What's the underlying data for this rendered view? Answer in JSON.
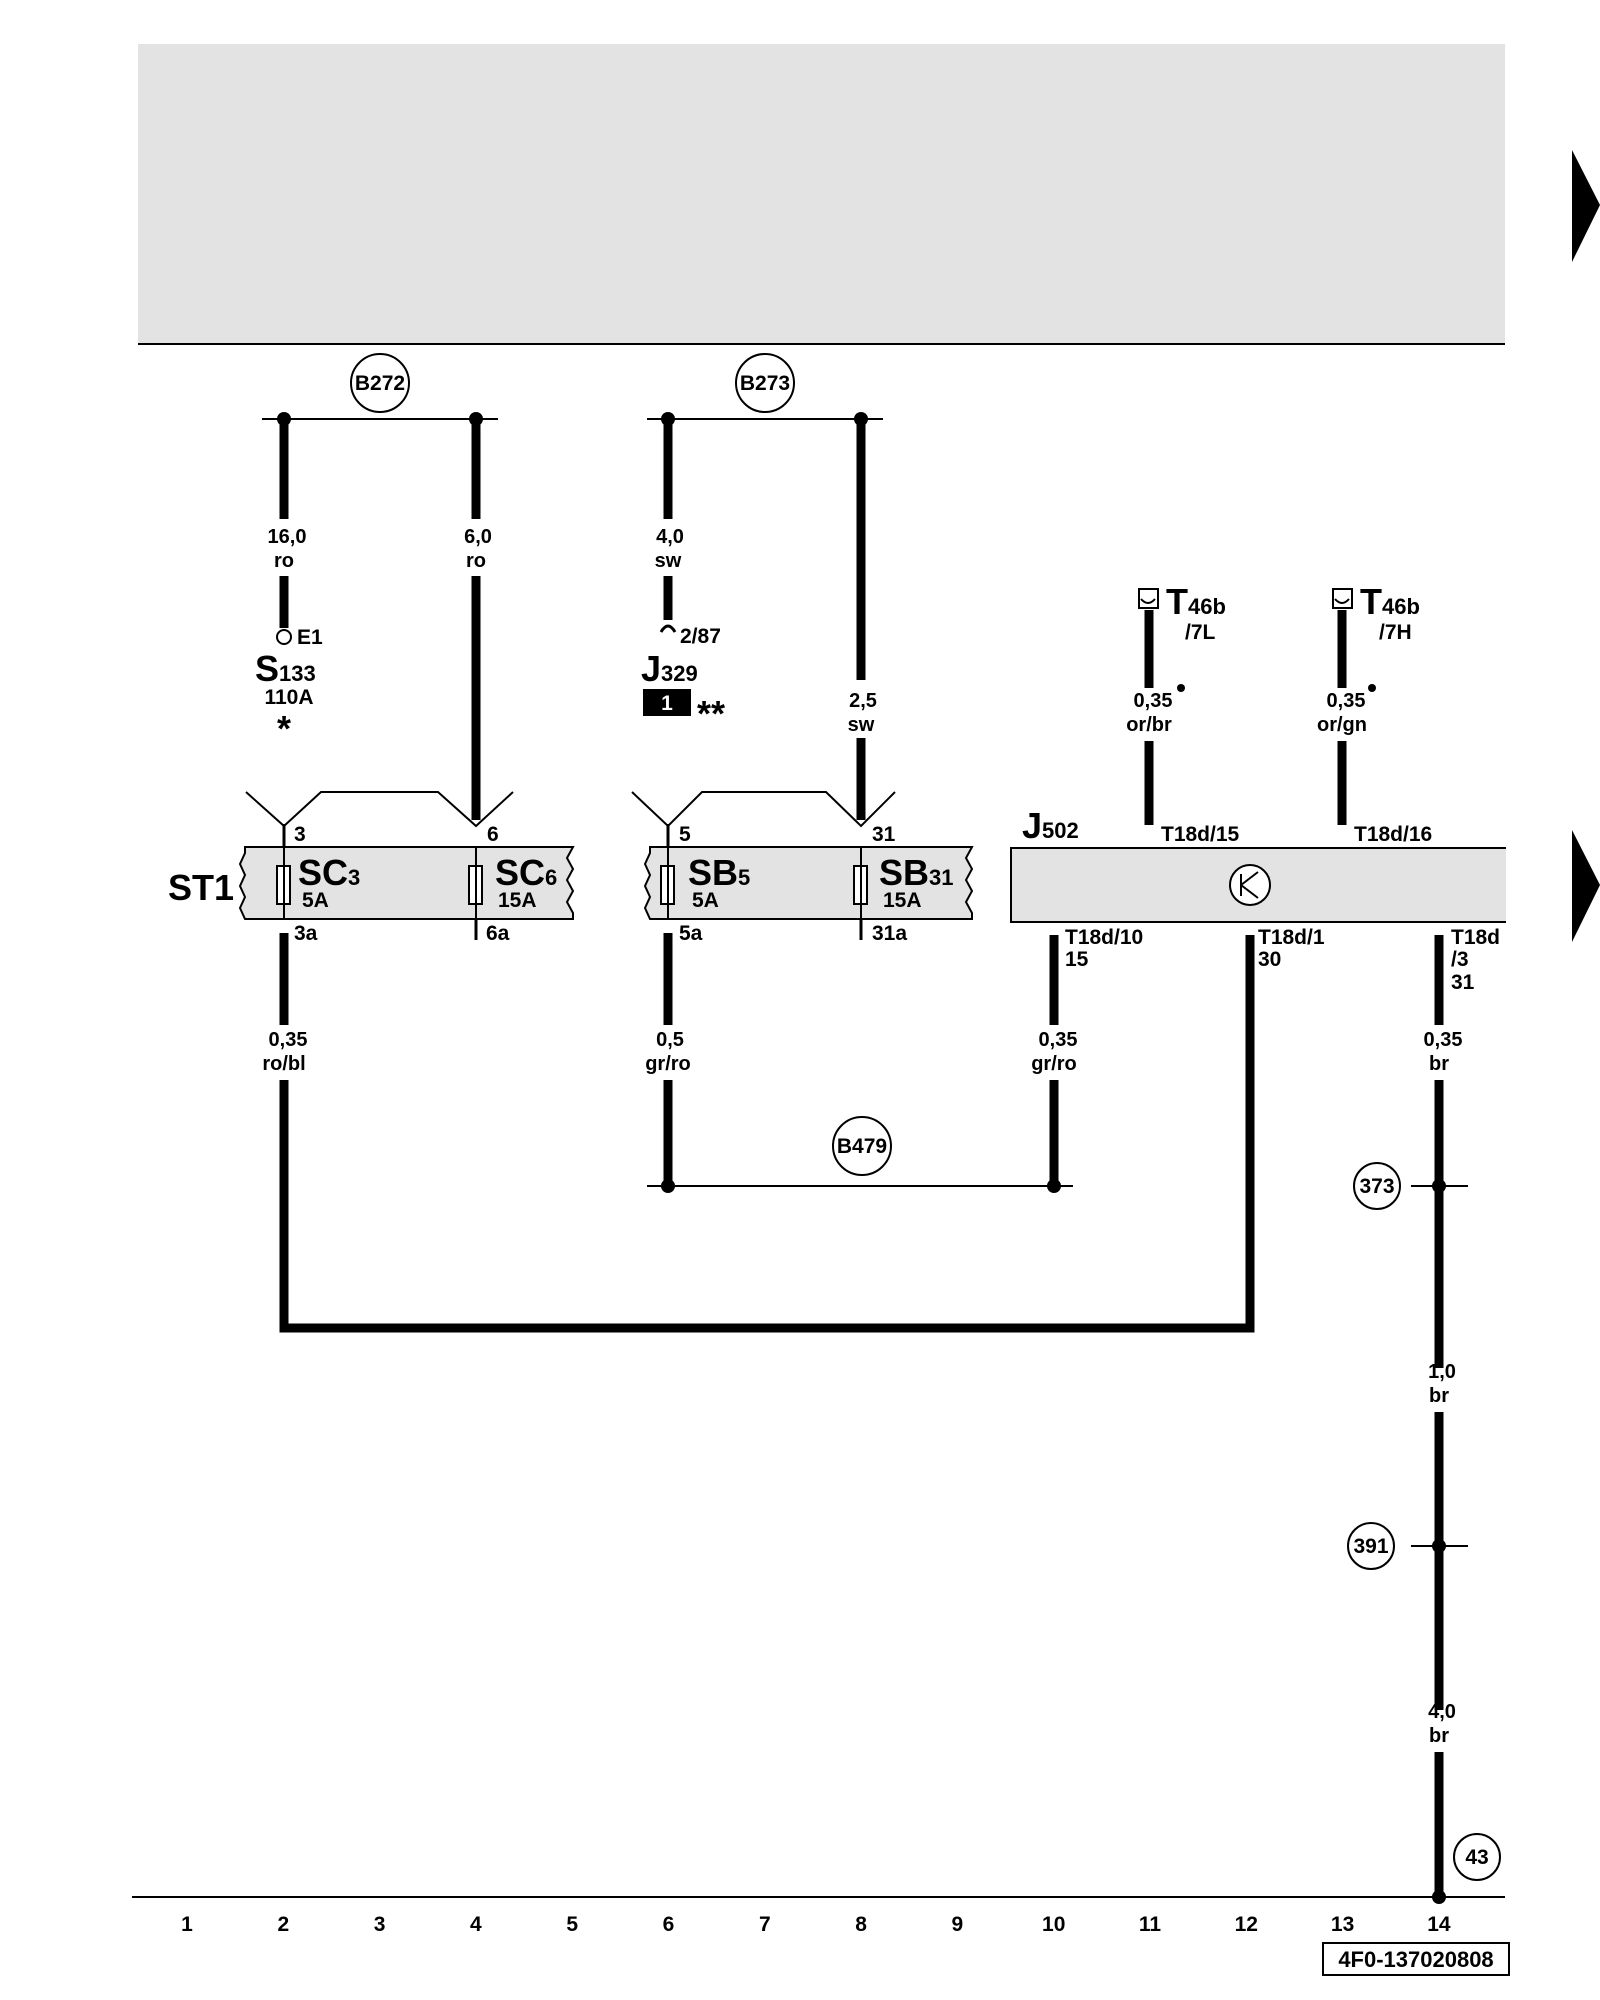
{
  "diagram": {
    "connectors": {
      "b272": "B272",
      "b273": "B273",
      "b479": "B479",
      "r373": "373",
      "r391": "391",
      "r43": "43"
    },
    "wires": {
      "w_s133": {
        "size": "16,0",
        "color": "ro"
      },
      "w_sc6": {
        "size": "6,0",
        "color": "ro"
      },
      "w_j329": {
        "size": "4,0",
        "color": "sw"
      },
      "w_sb31": {
        "size": "2,5",
        "color": "sw"
      },
      "w_t7l": {
        "size": "0,35",
        "color": "or/br"
      },
      "w_t7h": {
        "size": "0,35",
        "color": "or/gn"
      },
      "w_sc3a": {
        "size": "0,35",
        "color": "ro/bl"
      },
      "w_sb5a": {
        "size": "0,5",
        "color": "gr/ro"
      },
      "w_t10": {
        "size": "0,35",
        "color": "gr/ro"
      },
      "w_t3": {
        "size": "0,35",
        "color": "br"
      },
      "w_gnd1": {
        "size": "1,0",
        "color": "br"
      },
      "w_gnd2": {
        "size": "4,0",
        "color": "br"
      }
    },
    "components": {
      "s133": {
        "letter": "S",
        "num": "133",
        "pin": "E1",
        "rating": "110A",
        "note": "*"
      },
      "j329": {
        "letter": "J",
        "num": "329",
        "pin": "2/87",
        "box": "1",
        "note": "**"
      },
      "t46b_l": {
        "letter": "T",
        "num": "46b",
        "pin": "/7L"
      },
      "t46b_h": {
        "letter": "T",
        "num": "46b",
        "pin": "/7H"
      },
      "j502": {
        "letter": "J",
        "num": "502"
      },
      "st1": {
        "label": "ST1"
      },
      "sc3": {
        "letter": "SC",
        "num": "3",
        "rating": "5A",
        "pin_in": "3",
        "pin_out": "3a"
      },
      "sc6": {
        "letter": "SC",
        "num": "6",
        "rating": "15A",
        "pin_in": "6",
        "pin_out": "6a"
      },
      "sb5": {
        "letter": "SB",
        "num": "5",
        "rating": "5A",
        "pin_in": "5",
        "pin_out": "5a"
      },
      "sb31": {
        "letter": "SB",
        "num": "31",
        "rating": "15A",
        "pin_in": "31",
        "pin_out": "31a"
      }
    },
    "pins": {
      "t18d15": "T18d/15",
      "t18d16": "T18d/16",
      "t18d10": "T18d/10",
      "t18d10_term": "15",
      "t18d1": "T18d/1",
      "t18d1_term": "30",
      "t18d3_a": "T18d",
      "t18d3_b": "/3",
      "t18d3_term": "31"
    },
    "columns": [
      "1",
      "2",
      "3",
      "4",
      "5",
      "6",
      "7",
      "8",
      "9",
      "10",
      "11",
      "12",
      "13",
      "14"
    ],
    "doc_id": "4F0-137020808",
    "colors": {
      "shade": "#e3e3e3",
      "line": "#000000"
    }
  }
}
